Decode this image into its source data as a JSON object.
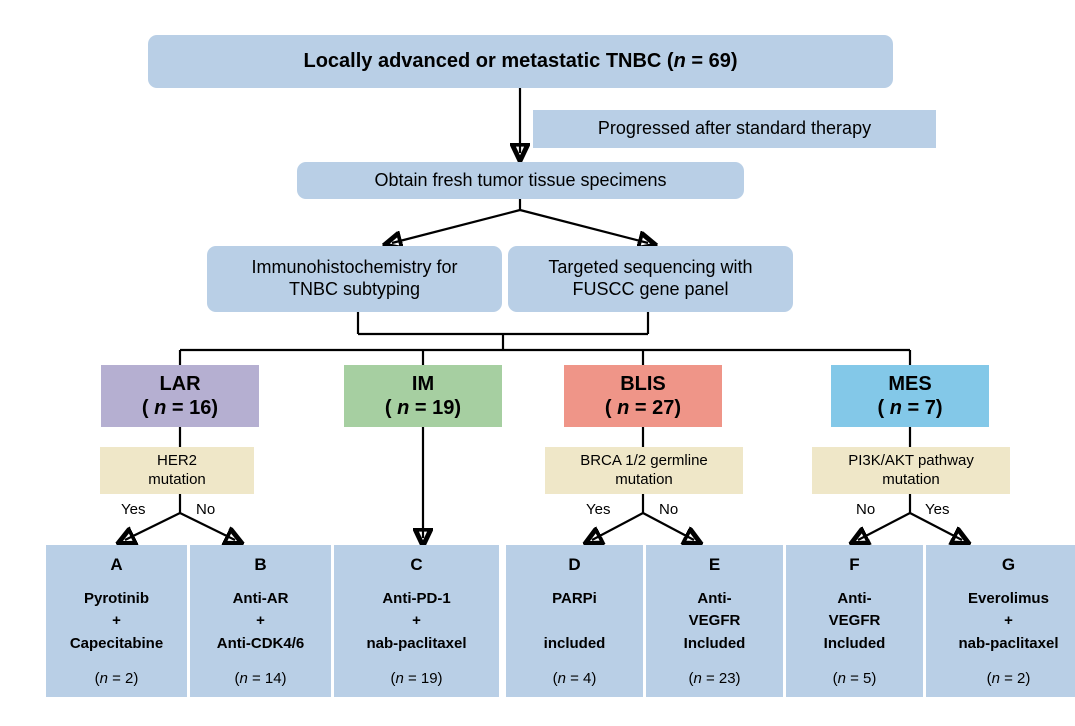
{
  "diagram": {
    "title": "TNBC precision treatment trial flowchart (FUTURE trial)",
    "colors": {
      "blue": "#b9cfe6",
      "purple": "#b5afd1",
      "green": "#a6cfa1",
      "salmon": "#ef9588",
      "cyan": "#83c8e8",
      "cream": "#efe7c8",
      "line": "#000000"
    },
    "nodes": {
      "cohort": {
        "text_before": "Locally advanced or metastatic TNBC (",
        "n_italic": "n",
        "text_after": " = 69)"
      },
      "progression": {
        "label": "Progressed after standard therapy"
      },
      "tissue": {
        "label": "Obtain fresh tumor tissue specimens"
      },
      "ihc": {
        "line1": "Immunohistochemistry for",
        "line2": "TNBC subtyping"
      },
      "sequencing": {
        "line1": "Targeted sequencing with",
        "line2": "FUSCC gene panel"
      }
    },
    "subtypes": [
      {
        "name": "LAR",
        "n_label": "( ",
        "n_italic": "n",
        "n_value": " = 16)",
        "color": "purple"
      },
      {
        "name": "IM",
        "n_label": "( ",
        "n_italic": "n",
        "n_value": " = 19)",
        "color": "green"
      },
      {
        "name": "BLIS",
        "n_label": "( ",
        "n_italic": "n",
        "n_value": " = 27)",
        "color": "salmon"
      },
      {
        "name": "MES",
        "n_label": "( ",
        "n_italic": "n",
        "n_value": " = 7)",
        "color": "cyan"
      }
    ],
    "mutation_tests": [
      {
        "line1": "HER2",
        "line2": "mutation",
        "yes_label": "Yes",
        "no_label": "No"
      },
      {
        "line1": "BRCA 1/2 germline",
        "line2": "mutation",
        "yes_label": "Yes",
        "no_label": "No"
      },
      {
        "line1": "PI3K/AKT pathway",
        "line2": "mutation",
        "no_label": "No",
        "yes_label": "Yes"
      }
    ],
    "arms": [
      {
        "letter": "A",
        "regimen": [
          "Pyrotinib",
          "+",
          "Capecitabine"
        ],
        "n_open": "(",
        "n_italic": "n",
        "n_value": " = 2)"
      },
      {
        "letter": "B",
        "regimen": [
          "Anti-AR",
          "+",
          "Anti-CDK4/6"
        ],
        "n_open": "(",
        "n_italic": "n",
        "n_value": " = 14)"
      },
      {
        "letter": "C",
        "regimen": [
          "Anti-PD-1",
          "+",
          "nab-paclitaxel"
        ],
        "n_open": "(",
        "n_italic": "n",
        "n_value": " = 19)"
      },
      {
        "letter": "D",
        "regimen": [
          "PARPi",
          "",
          "included"
        ],
        "n_open": "(",
        "n_italic": "n",
        "n_value": " = 4)"
      },
      {
        "letter": "E",
        "regimen": [
          "Anti-",
          "VEGFR",
          "Included"
        ],
        "n_open": "(",
        "n_italic": "n",
        "n_value": " = 23)"
      },
      {
        "letter": "F",
        "regimen": [
          "Anti-",
          "VEGFR",
          "Included"
        ],
        "n_open": "(",
        "n_italic": "n",
        "n_value": " = 5)"
      },
      {
        "letter": "G",
        "regimen": [
          "Everolimus",
          "+",
          "nab-paclitaxel"
        ],
        "n_open": "(",
        "n_italic": "n",
        "n_value": " = 2)"
      }
    ]
  }
}
